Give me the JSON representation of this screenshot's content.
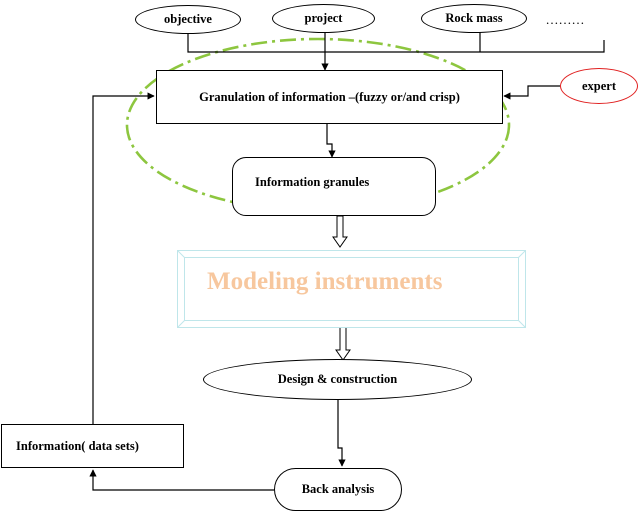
{
  "inputs": {
    "objective": "objective",
    "project": "project",
    "rock_mass": "Rock mass",
    "more": "………"
  },
  "expert": "expert",
  "granulation": "Granulation of information –(fuzzy or/and crisp)",
  "granules": "Information granules",
  "modeling": "Modeling instruments",
  "design": "Design  & construction",
  "information": "Information( data sets)",
  "back_analysis": "Back analysis",
  "colors": {
    "granule_boundary": "#8dc63f",
    "expert_border": "#e02020",
    "modeling_text": "#f7c79e",
    "modeling_frame": "#bfe6ea"
  }
}
